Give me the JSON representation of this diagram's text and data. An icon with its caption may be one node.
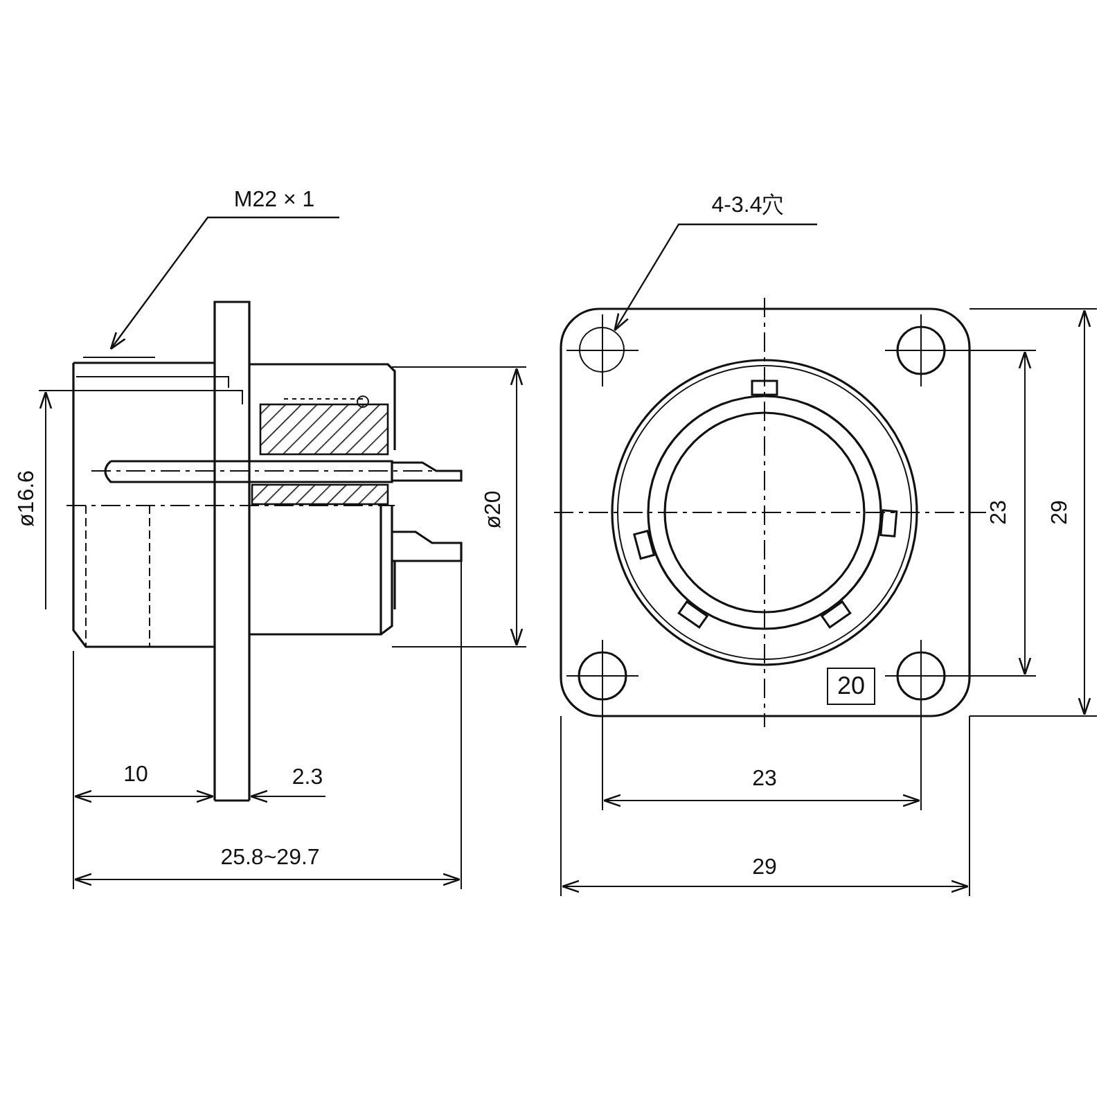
{
  "diagram": {
    "nodes": [
      {
        "text": [
          "M22 × 1"
        ]
      },
      {
        "text": [
          "4-3.4穴"
        ]
      },
      {
        "text": [],
        "shape": "circle"
      },
      {
        "text": [
          "20"
        ]
      }
    ],
    "edges": [
      {
        "from": 0,
        "to": null,
        "arrow": "to"
      },
      {
        "from": 1,
        "to": 2,
        "arrow": "to"
      }
    ],
    "labels": [
      "ø16.6",
      "ø20",
      "23",
      "29",
      "10",
      "2.3",
      "25.8~29.7",
      "23",
      "29"
    ]
  }
}
